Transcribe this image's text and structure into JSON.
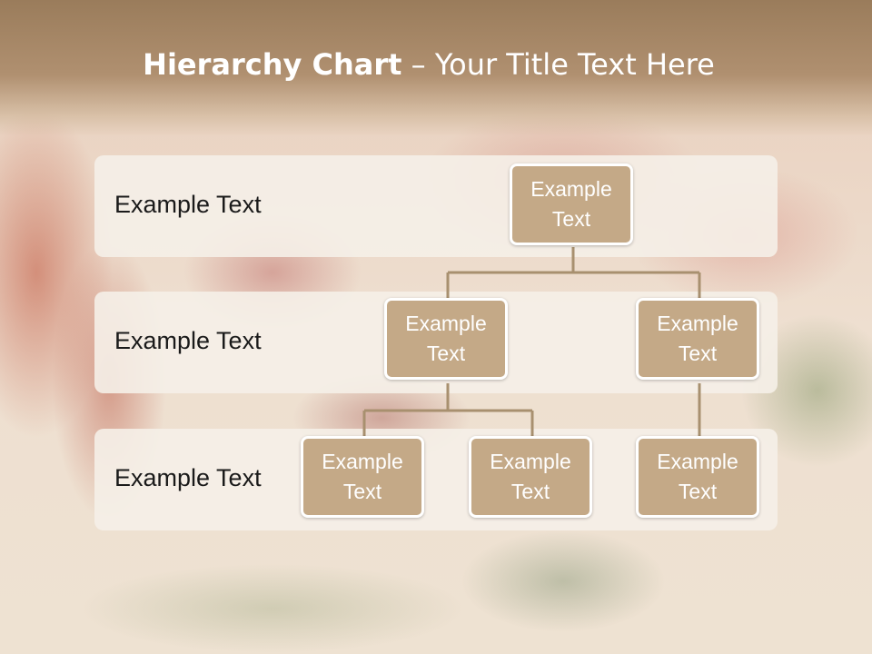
{
  "title": {
    "bold": "Hierarchy Chart",
    "rest": " – Your Title Text Here"
  },
  "levels": [
    {
      "label": "Example Text"
    },
    {
      "label": "Example Text"
    },
    {
      "label": "Example Text"
    }
  ],
  "nodes": {
    "root": "Example Text",
    "level2_left": "Example Text",
    "level2_right": "Example Text",
    "level3_a": "Example Text",
    "level3_b": "Example Text",
    "level3_c": "Example Text"
  },
  "colors": {
    "title_bar": "#9a7c5b",
    "node_fill": "#c4a987",
    "node_border": "#ffffff",
    "band_fill": "#f5f0e8",
    "connector": "#a8906f"
  }
}
